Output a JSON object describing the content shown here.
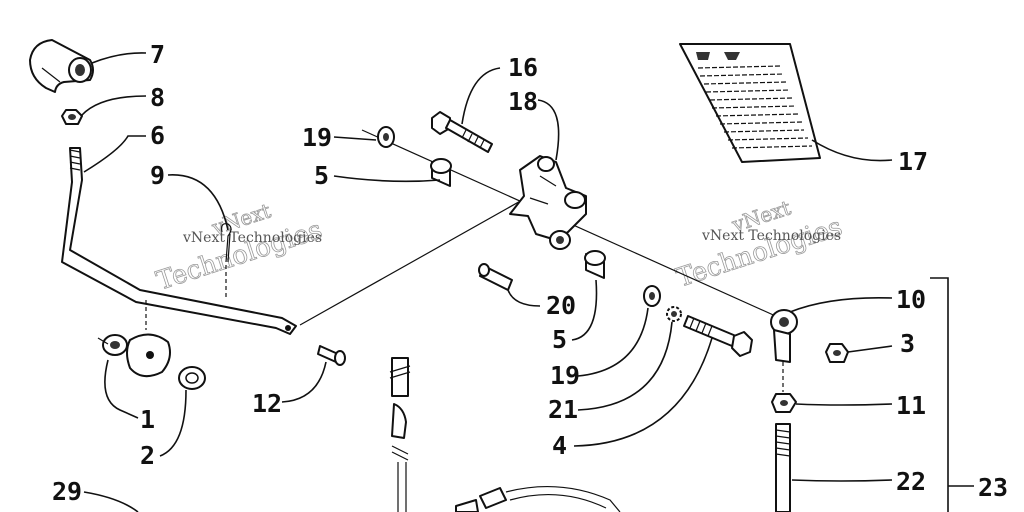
{
  "watermark": {
    "brand_line1": "vNext",
    "brand_line2": "Technologies",
    "caption": "vNext Technologies"
  },
  "callouts": {
    "c1": "1",
    "c2": "2",
    "c3": "3",
    "c4": "4",
    "c5a": "5",
    "c5b": "5",
    "c6": "6",
    "c7": "7",
    "c8": "8",
    "c9": "9",
    "c10": "10",
    "c11": "11",
    "c12": "12",
    "c16": "16",
    "c17": "17",
    "c18": "18",
    "c19a": "19",
    "c19b": "19",
    "c20": "20",
    "c21": "21",
    "c22": "22",
    "c23": "23",
    "c29": "29"
  }
}
